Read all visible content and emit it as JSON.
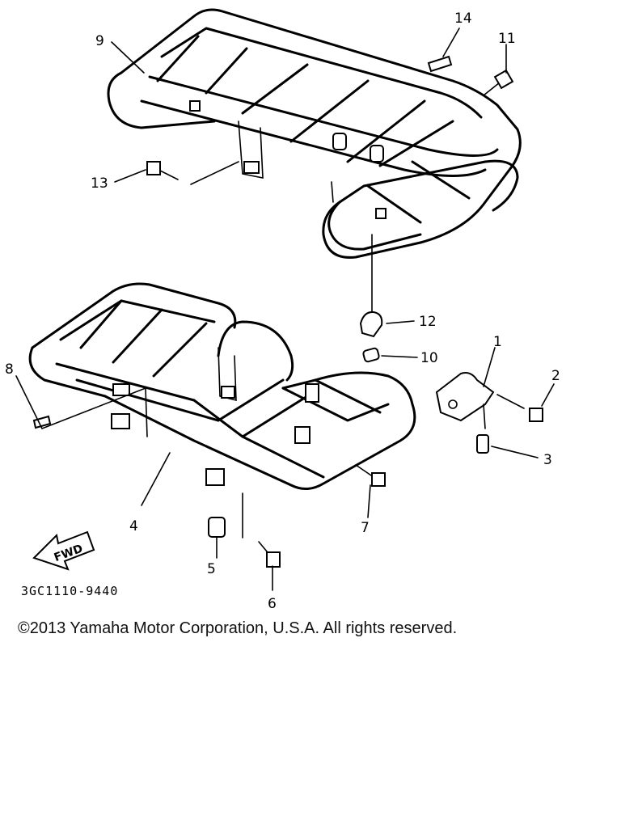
{
  "callouts": [
    {
      "id": "1",
      "label": "1"
    },
    {
      "id": "2",
      "label": "2"
    },
    {
      "id": "3",
      "label": "3"
    },
    {
      "id": "4",
      "label": "4"
    },
    {
      "id": "5",
      "label": "5"
    },
    {
      "id": "6",
      "label": "6"
    },
    {
      "id": "7",
      "label": "7"
    },
    {
      "id": "8",
      "label": "8"
    },
    {
      "id": "9",
      "label": "9"
    },
    {
      "id": "10",
      "label": "10"
    },
    {
      "id": "11",
      "label": "11"
    },
    {
      "id": "12",
      "label": "12"
    },
    {
      "id": "13",
      "label": "13"
    },
    {
      "id": "14",
      "label": "14"
    }
  ],
  "fwd_label": "FWD",
  "diagram_code": "3GC1110-9440",
  "copyright": "©2013 Yamaha Motor Corporation, U.S.A. All rights reserved."
}
